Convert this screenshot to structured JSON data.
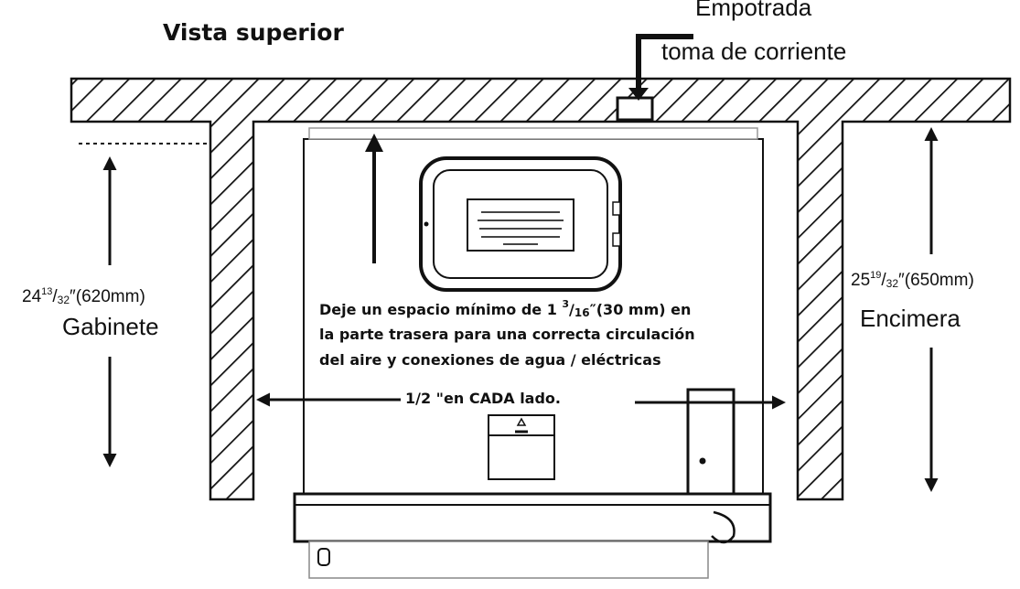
{
  "title": "Vista superior",
  "outlet": {
    "line1": "Empotrada",
    "line2": "toma de corriente"
  },
  "cabinet": {
    "dim_whole": "24",
    "dim_num": "13",
    "dim_sep": "/",
    "dim_den": "32",
    "dim_rest": "″(620mm)",
    "name": "Gabinete"
  },
  "countertop": {
    "dim_whole": "25",
    "dim_num": "19",
    "dim_sep": "/",
    "dim_den": "32",
    "dim_rest": "″(650mm)",
    "name": "Encimera"
  },
  "rear_note": {
    "line1_pre": "Deje un espacio mínimo de 1 ",
    "frac_num": "3",
    "frac_sep": "/",
    "frac_den": "16",
    "line1_post": "″(30 mm) en",
    "line2": "la parte trasera para una correcta circulación",
    "line3": "del aire y conexiones de agua / eléctricas"
  },
  "side_note": "1/2 \"en CADA lado."
}
